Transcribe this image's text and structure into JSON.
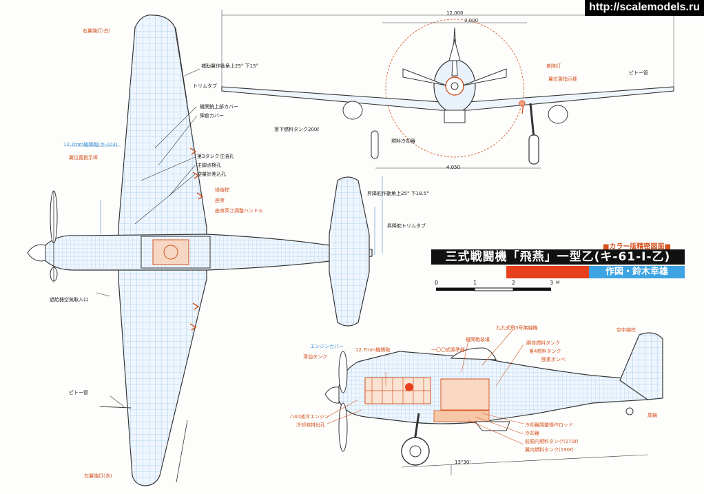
{
  "watermark": "http://scalemodels.ru",
  "title": {
    "series": "■カラー版精密図面■",
    "main": "三式戦闘機「飛燕」一型乙(キ-61-I-乙)",
    "author": "作図・鈴木幸雄"
  },
  "scale": {
    "ticks": [
      "0",
      "1",
      "2",
      "3"
    ],
    "unit": "M"
  },
  "dimensions": {
    "span": "12,000",
    "prop": "3,000",
    "height": "4,050"
  },
  "labels": {
    "aileron_angle": "補助翼作動角上25° 下15°",
    "trim_tab": "トリムタブ",
    "gun_cover": "機関銃上部カバー",
    "ammo_cover": "弾倉カバー",
    "tank3_filler": "第3タンク注油孔",
    "main_inspect": "主脚点検孔",
    "reverse_fill": "逆量計差込孔",
    "mg_127": "12.7mm機関砲(ホ-103)",
    "position_light": "翼位置指示棒",
    "cockpit_frame": "操縦桿",
    "canopy": "座席",
    "seat_adjust": "座席高さ調整ハンドル",
    "supercharger": "過給器空気取入口",
    "pitot": "ピトー管",
    "flap_angle_note": "右翼端灯(白)",
    "left_tip": "左翼端灯(赤)",
    "elevator_angle": "昇降舵作動角上25° 下18.5°",
    "elevator_tab": "昇降舵トリムタブ",
    "drop_tank": "落下燃料タンク200ℓ",
    "fuel_cooler": "燃料冷却器",
    "nav_light": "着陸灯",
    "wing_pos_bar": "翼位置指示棒",
    "pitot_front": "ピトー管",
    "radio_set": "九九式飛3号無線機",
    "radio_mast": "空中線柱",
    "extra_tank": "胴体燃料タンク",
    "tank_right": "第4燃料タンク",
    "oxygen": "酸素ボンベ",
    "mg_fuselage": "12.7mm機関砲",
    "type100": "一〇〇式照準器",
    "oil_tank": "滑油タンク",
    "engine": "ハ40液冷エンジン",
    "coolant_exit": "冷却液排出孔",
    "radiator_cooler": "冷却器",
    "front_tank": "前胴内燃料タンク(170ℓ)",
    "wing_tank": "翼内燃料タンク(190ℓ)",
    "flap_hyd": "冷却器調整操作ロッド",
    "tailwheel": "尾輪",
    "gun_charger": "機関砲装填",
    "gun_cover_side": "エンジンカバー",
    "angle": "13°30'"
  },
  "colors": {
    "blue": "#3d8fd6",
    "orange": "#d4521f",
    "ink": "#333333",
    "title_bg": "#111111",
    "author_bg": "#3da3e3",
    "red_bar": "#e8401c"
  }
}
